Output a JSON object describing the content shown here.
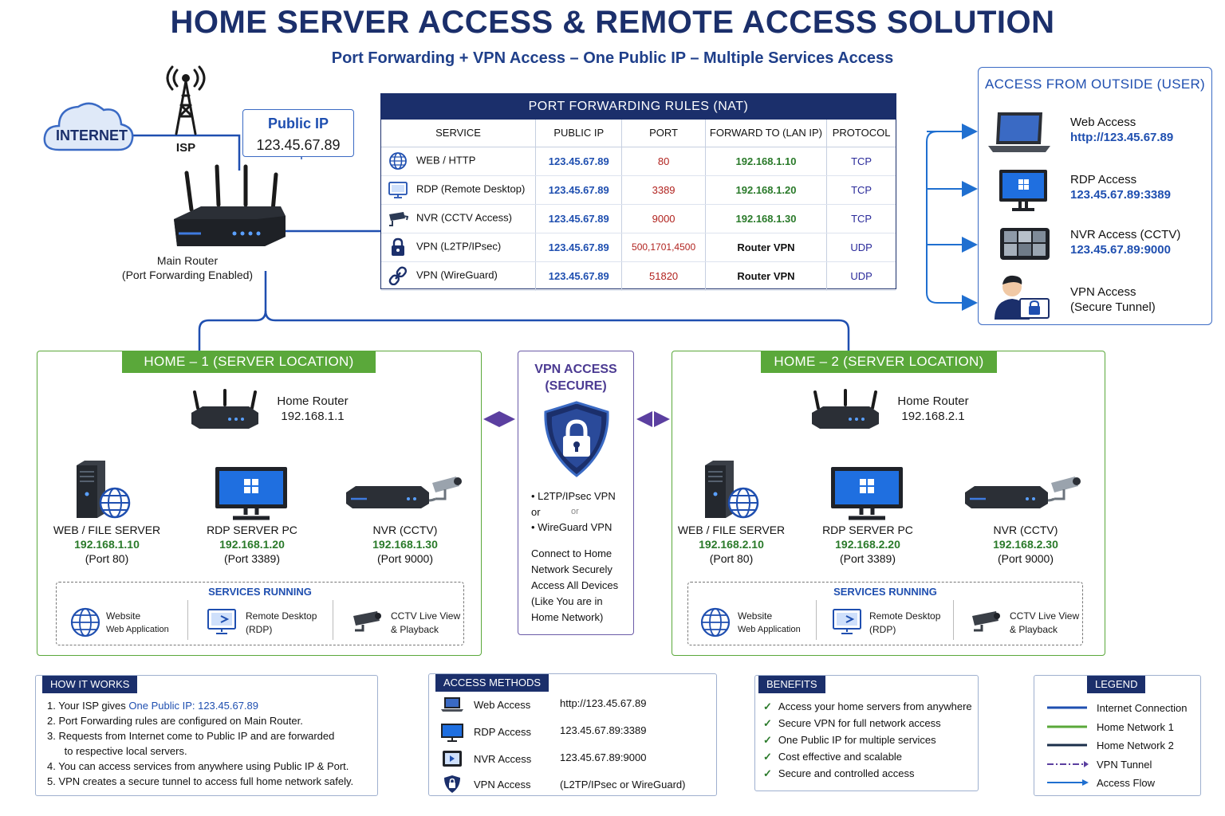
{
  "title": "HOME SERVER ACCESS & REMOTE ACCESS SOLUTION",
  "subtitle": "Port Forwarding + VPN Access – One Public IP – Multiple Services Access",
  "internet": {
    "label": "INTERNET"
  },
  "isp": {
    "label": "ISP"
  },
  "public_ip": {
    "label": "Public IP",
    "value": "123.45.67.89"
  },
  "main_router": {
    "line1": "Main Router",
    "line2": "(Port Forwarding Enabled)"
  },
  "port_forwarding": {
    "title": "PORT FORWARDING RULES (NAT)",
    "headers": [
      "SERVICE",
      "PUBLIC IP",
      "PORT",
      "FORWARD TO (LAN IP)",
      "PROTOCOL"
    ],
    "rows": [
      {
        "icon": "globe-icon",
        "service": "WEB / HTTP",
        "public_ip": "123.45.67.89",
        "port": "80",
        "forward": "192.168.1.10",
        "protocol": "TCP"
      },
      {
        "icon": "remote-desktop-icon",
        "service": "RDP (Remote Desktop)",
        "public_ip": "123.45.67.89",
        "port": "3389",
        "forward": "192.168.1.20",
        "protocol": "TCP"
      },
      {
        "icon": "cctv-camera-icon",
        "service": "NVR (CCTV Access)",
        "public_ip": "123.45.67.89",
        "port": "9000",
        "forward": "192.168.1.30",
        "protocol": "TCP"
      },
      {
        "icon": "lock-icon",
        "service": "VPN (L2TP/IPsec)",
        "public_ip": "123.45.67.89",
        "port": "500,1701,4500",
        "forward": "Router VPN",
        "protocol": "UDP"
      },
      {
        "icon": "link-icon",
        "service": "VPN (WireGuard)",
        "public_ip": "123.45.67.89",
        "port": "51820",
        "forward": "Router VPN",
        "protocol": "UDP"
      }
    ]
  },
  "outside": {
    "title": "ACCESS FROM OUTSIDE (USER)",
    "items": [
      {
        "icon": "laptop-icon",
        "name": "Web Access",
        "detail": "http://123.45.67.89"
      },
      {
        "icon": "monitor-icon",
        "name": "RDP Access",
        "detail": "123.45.67.89:3389"
      },
      {
        "icon": "tablet-cctv-icon",
        "name": "NVR Access (CCTV)",
        "detail": "123.45.67.89:9000"
      },
      {
        "icon": "user-vpn-icon",
        "name": "VPN Access",
        "detail": "(Secure Tunnel)"
      }
    ]
  },
  "home1": {
    "title": "HOME – 1 (SERVER LOCATION)",
    "router": {
      "name": "Home Router",
      "ip": "192.168.1.1"
    },
    "devices": [
      {
        "name": "WEB / FILE SERVER",
        "ip": "192.168.1.10",
        "port": "(Port 80)"
      },
      {
        "name": "RDP SERVER PC",
        "ip": "192.168.1.20",
        "port": "(Port 3389)"
      },
      {
        "name": "NVR (CCTV)",
        "ip": "192.168.1.30",
        "port": "(Port 9000)"
      }
    ],
    "services_title": "SERVICES RUNNING",
    "services": [
      {
        "l1": "Website",
        "l2": "Web Application"
      },
      {
        "l1": "Remote Desktop",
        "l2": "(RDP)"
      },
      {
        "l1": "CCTV Live View",
        "l2": "& Playback"
      }
    ]
  },
  "home2": {
    "title": "HOME – 2 (SERVER LOCATION)",
    "router": {
      "name": "Home Router",
      "ip": "192.168.2.1"
    },
    "devices": [
      {
        "name": "WEB / FILE SERVER",
        "ip": "192.168.2.10",
        "port": "(Port 80)"
      },
      {
        "name": "RDP SERVER PC",
        "ip": "192.168.2.20",
        "port": "(Port 3389)"
      },
      {
        "name": "NVR (CCTV)",
        "ip": "192.168.2.30",
        "port": "(Port 9000)"
      }
    ],
    "services_title": "SERVICES RUNNING",
    "services": [
      {
        "l1": "Website",
        "l2": "Web Application"
      },
      {
        "l1": "Remote Desktop",
        "l2": "(RDP)"
      },
      {
        "l1": "CCTV Live View",
        "l2": "& Playback"
      }
    ]
  },
  "vpn": {
    "title1": "VPN ACCESS",
    "title2": "(SECURE)",
    "opt1": "• L2TP/IPsec VPN",
    "or1": "or",
    "or2": "or",
    "opt2": "• WireGuard VPN",
    "desc": [
      "Connect to Home",
      "Network Securely",
      "Access All Devices",
      "(Like You are in",
      "Home Network)"
    ]
  },
  "how": {
    "title": "HOW IT WORKS",
    "lines": [
      {
        "a": "1.  Your ISP gives ",
        "b": "One Public IP: 123.45.67.89",
        "c": ""
      },
      {
        "a": "2.  Port Forwarding rules are configured on Main Router.",
        "b": "",
        "c": ""
      },
      {
        "a": "3.  Requests from Internet come to Public IP and are forwarded",
        "b": "",
        "c": ""
      },
      {
        "a": "      to respective local servers.",
        "b": "",
        "c": ""
      },
      {
        "a": "4.  You can access services from anywhere using Public IP & Port.",
        "b": "",
        "c": ""
      },
      {
        "a": "5.  VPN creates a secure tunnel to access full home network safely.",
        "b": "",
        "c": ""
      }
    ]
  },
  "methods": {
    "title": "ACCESS METHODS",
    "rows": [
      {
        "icon": "laptop-icon",
        "name": "Web Access",
        "value": "http://123.45.67.89"
      },
      {
        "icon": "monitor-icon",
        "name": "RDP Access",
        "value": "123.45.67.89:3389"
      },
      {
        "icon": "tablet-cctv-icon",
        "name": "NVR Access",
        "value": "123.45.67.89:9000"
      },
      {
        "icon": "shield-icon",
        "name": "VPN Access",
        "value": "(L2TP/IPsec or WireGuard)"
      }
    ]
  },
  "benefits": {
    "title": "BENEFITS",
    "items": [
      "Access your home servers from anywhere",
      "Secure VPN for full network access",
      "One Public IP for multiple services",
      "Cost effective and scalable",
      "Secure and controlled access"
    ]
  },
  "legend": {
    "title": "LEGEND",
    "items": [
      {
        "label": "Internet Connection",
        "color": "#1f4fb0",
        "style": "solid"
      },
      {
        "label": "Home Network 1",
        "color": "#5aa83a",
        "style": "solid"
      },
      {
        "label": "Home Network 2",
        "color": "#1b2f4b",
        "style": "solid"
      },
      {
        "label": "VPN Tunnel",
        "color": "#5b3fa0",
        "style": "dashdot"
      },
      {
        "label": "Access Flow",
        "color": "#1f6fd0",
        "style": "arrow"
      }
    ]
  },
  "colors": {
    "navy": "#1b2f6b",
    "blue": "#1f4fb0",
    "green": "#5aa83a",
    "purple": "#5b3fa0"
  }
}
